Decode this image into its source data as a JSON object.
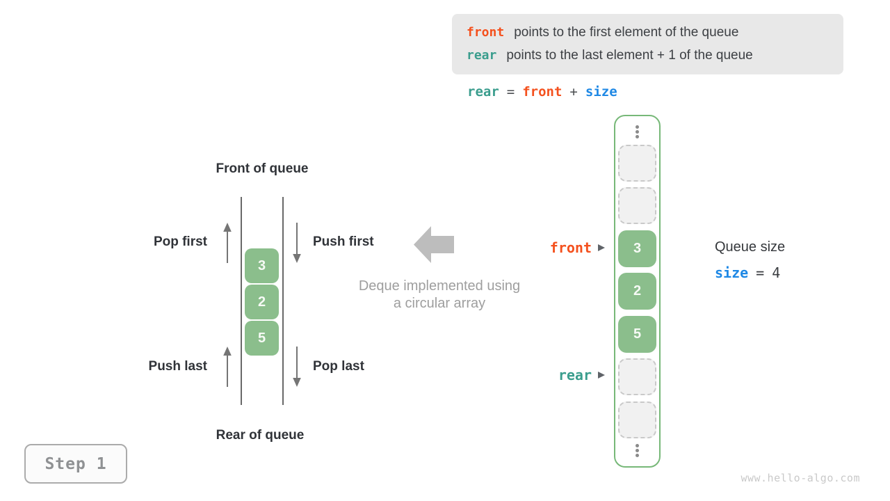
{
  "colors": {
    "front_orange": "#f4511e",
    "rear_teal": "#3a9d8d",
    "size_blue": "#1e88e5",
    "cell_green": "#8bbe8c",
    "array_border_green": "#77b878",
    "info_box_bg": "#e8e8e8",
    "muted_gray": "#9e9e9e",
    "block_arrow_gray": "#bdbdbd"
  },
  "info_box": {
    "line1": {
      "keyword": "front",
      "text": "points to the first element of the queue"
    },
    "line2": {
      "keyword": "rear",
      "text": "points to the last element + 1 of the queue"
    }
  },
  "formula": {
    "lhs": "rear",
    "eq": "=",
    "op1": "front",
    "plus": "+",
    "op2": "size"
  },
  "left_diagram": {
    "front_label": "Front of queue",
    "rear_label": "Rear of queue",
    "pop_first": "Pop first",
    "push_first": "Push first",
    "push_last": "Push last",
    "pop_last": "Pop last",
    "stack": [
      {
        "value": "3"
      },
      {
        "value": "2"
      },
      {
        "value": "5"
      }
    ]
  },
  "caption": {
    "line1": "Deque implemented using",
    "line2": "a circular array"
  },
  "array": {
    "cells": [
      {
        "type": "dots"
      },
      {
        "type": "empty"
      },
      {
        "type": "empty"
      },
      {
        "type": "filled",
        "value": "3"
      },
      {
        "type": "filled",
        "value": "2"
      },
      {
        "type": "filled",
        "value": "5"
      },
      {
        "type": "empty"
      },
      {
        "type": "empty"
      },
      {
        "type": "dots"
      }
    ],
    "front_pointer": "front",
    "rear_pointer": "rear"
  },
  "queue_size": {
    "label": "Queue size",
    "var": "size",
    "eq": "=",
    "value": "4"
  },
  "step_badge": "Step 1",
  "watermark": "www.hello-algo.com"
}
